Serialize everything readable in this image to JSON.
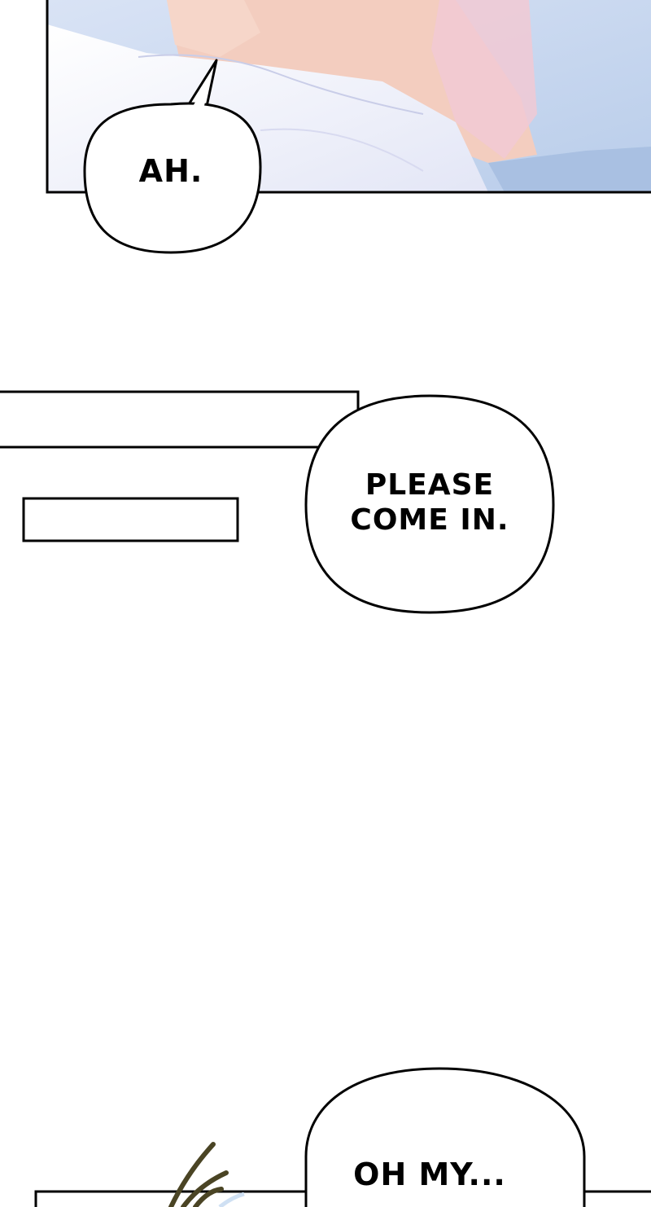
{
  "colors": {
    "outline": "#000000",
    "paper": "#ffffff",
    "skin": "#f3cdbf",
    "blanket": "#eef1fb",
    "backdrop": "#c6d6ee",
    "lavender": "#ddd8f2"
  },
  "bubbles": [
    {
      "text": "AH."
    },
    {
      "text": "PLEASE\nCOME IN."
    },
    {
      "text": "OH MY..."
    }
  ]
}
